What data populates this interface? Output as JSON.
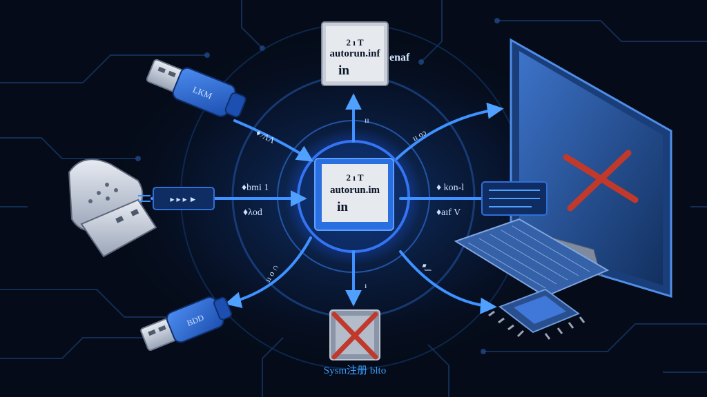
{
  "nodes": {
    "top_file": {
      "line1": "2 ı T",
      "line2": "autorun.inf",
      "line3": "in",
      "side_text": "enaf"
    },
    "center_file": {
      "line1": "2 ı T",
      "line2": "autorun.im",
      "line3": "in"
    },
    "bottom_registry": {
      "caption": "Sysm注册 blto"
    },
    "usb_top": {
      "label": "LKM"
    },
    "usb_bottom": {
      "label": "BDD"
    }
  },
  "connector_labels": {
    "left_above": "♦bmi 1",
    "left_below": "♦λod",
    "right_above": "♦ kon-l",
    "right_below": "♦aıf V",
    "upper_left_diag": "♦ ∕ΛΛ",
    "upper_right_diag": "ıı oɔ",
    "lower_left_diag": "ıı o ∩",
    "lower_right_diag": "♦ ∕∕",
    "top_vertical": "ıı",
    "bottom_vertical": "ı",
    "left_device_tag": "▸ ▸ ▸ ►"
  },
  "colors": {
    "background": "#050b18",
    "accent_blue": "#2e7bff",
    "glow_blue": "#1e5cff",
    "alert_red": "#c0392b",
    "paper": "#e6e9ee"
  }
}
